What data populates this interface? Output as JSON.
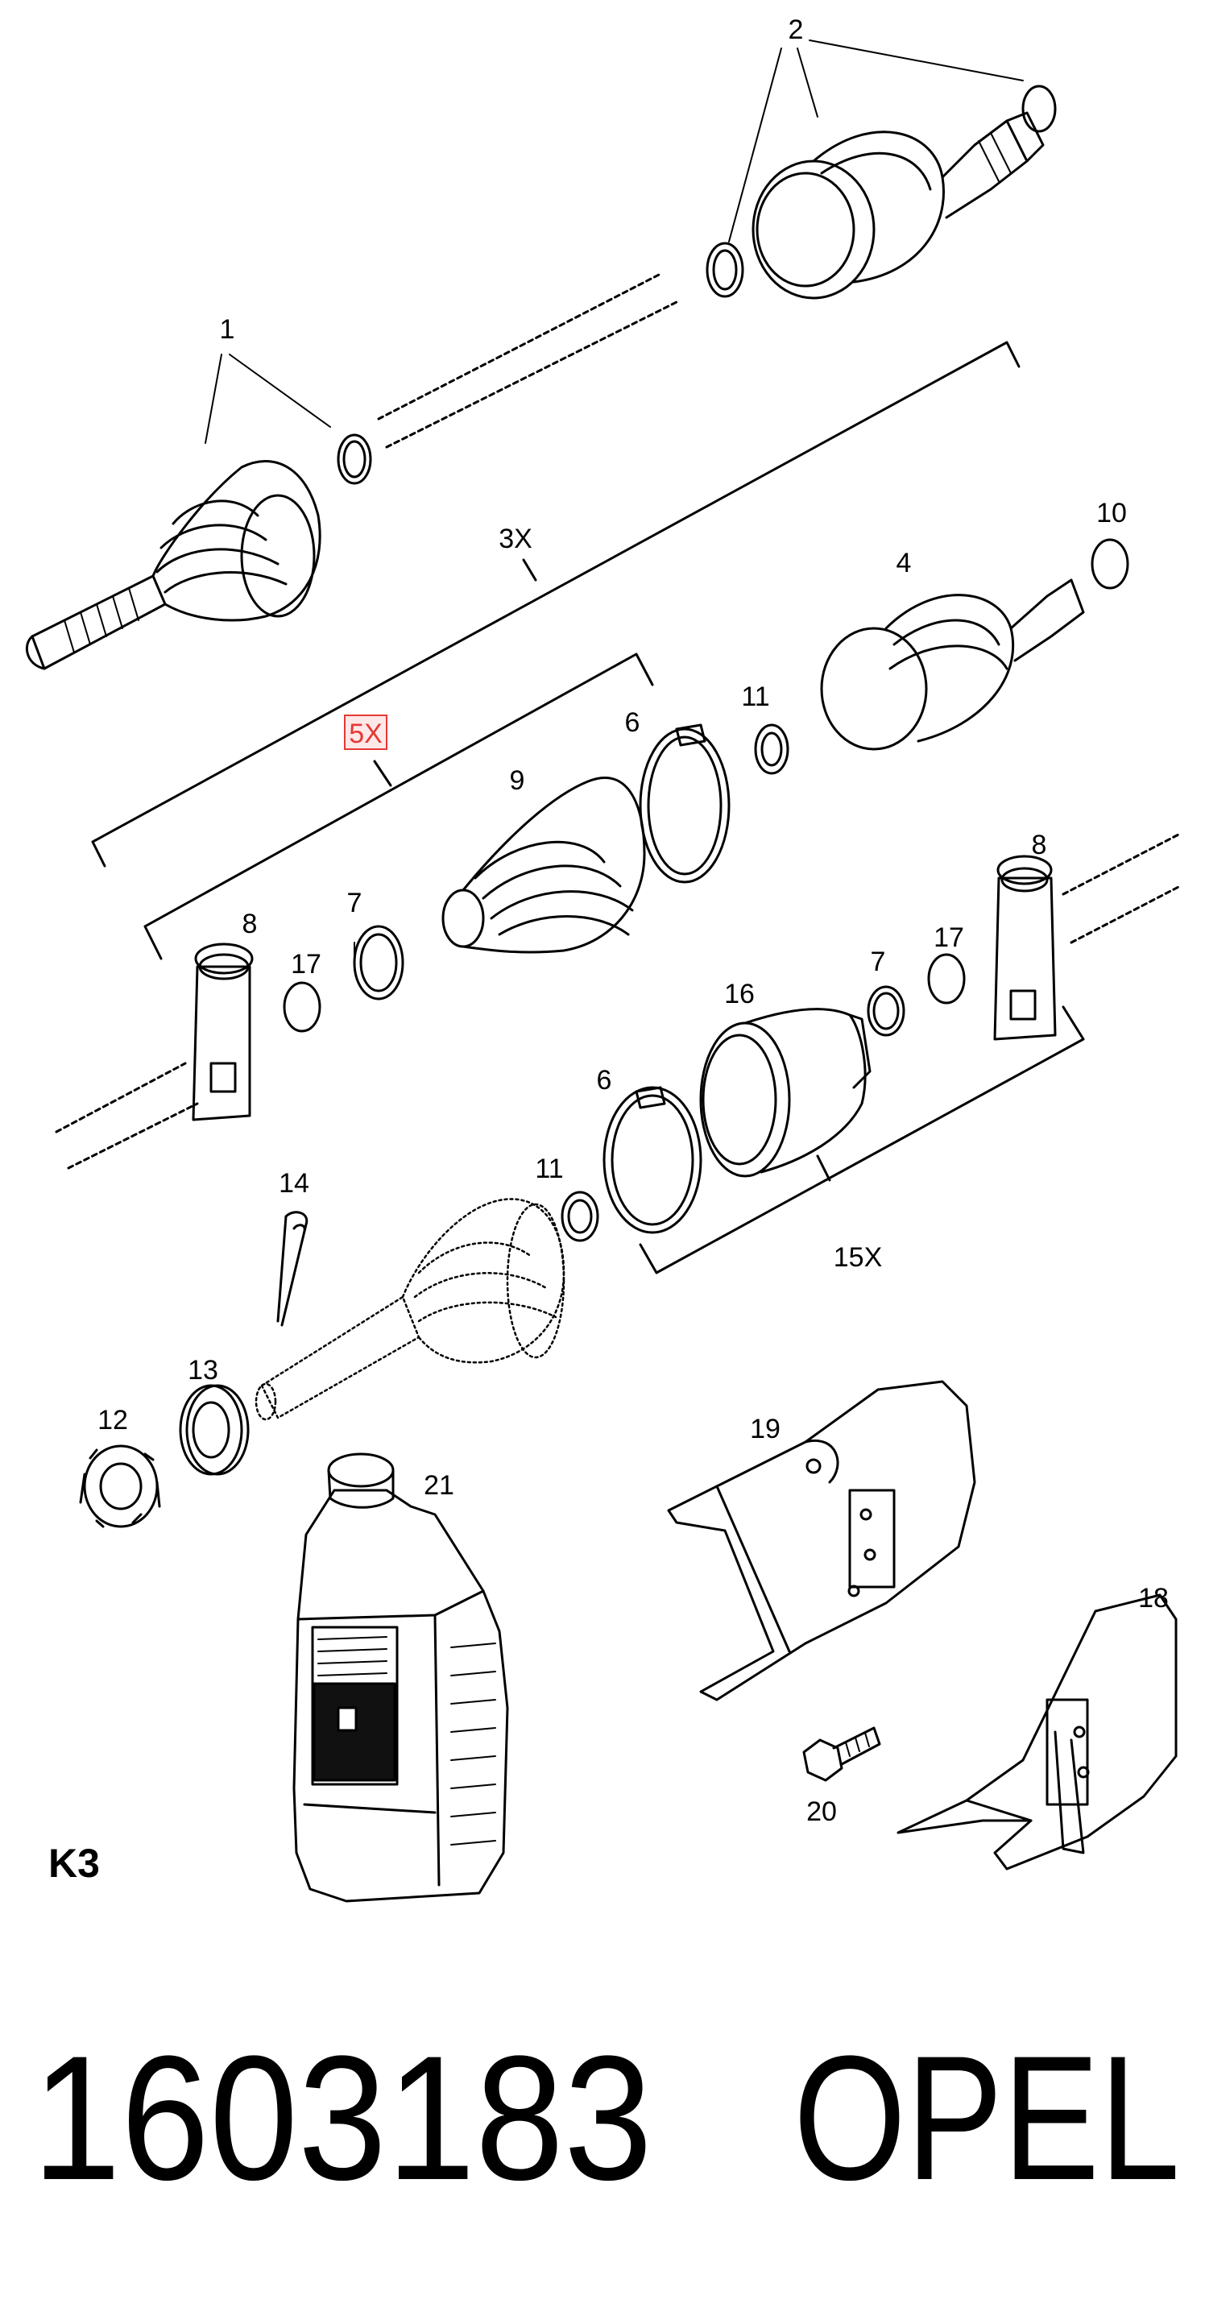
{
  "diagram": {
    "callouts": {
      "c1": "1",
      "c2": "2",
      "c3x": "3X",
      "c4": "4",
      "c5x": "5X",
      "c6a": "6",
      "c6b": "6",
      "c7a": "7",
      "c7b": "7",
      "c8a": "8",
      "c8b": "8",
      "c9": "9",
      "c10": "10",
      "c11a": "11",
      "c11b": "11",
      "c12": "12",
      "c13": "13",
      "c14": "14",
      "c15x": "15X",
      "c16": "16",
      "c17a": "17",
      "c17b": "17",
      "c18": "18",
      "c19": "19",
      "c20": "20",
      "c21": "21"
    },
    "section_code": "K3",
    "highlight_color": "#e53935",
    "highlight_fill": "#fde8e8"
  },
  "footer": {
    "part_number": "1603183",
    "brand": "OPEL"
  }
}
